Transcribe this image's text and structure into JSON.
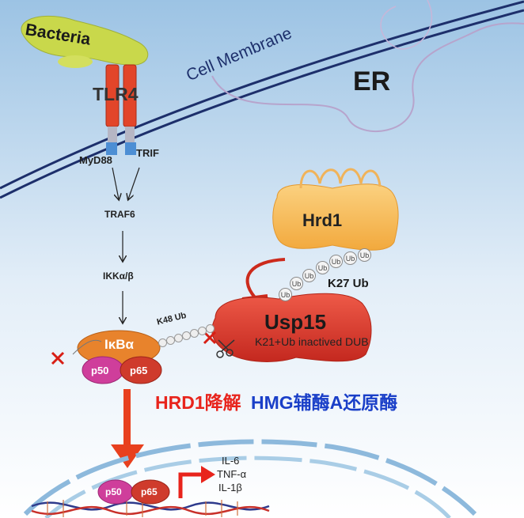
{
  "labels": {
    "bacteria": "Bacteria",
    "cell_membrane": "Cell Membrane",
    "tlr4": "TLR4",
    "er": "ER",
    "myd88": "MyD88",
    "trif": "TRIF",
    "traf6": "TRAF6",
    "ikk": "IKKα/β",
    "hrd1": "Hrd1",
    "ub": "Ub",
    "k27": "K27 Ub",
    "k48": "K48 Ub",
    "usp15": "Usp15",
    "usp15_note": "K21+Ub inactived DUB",
    "ikba": "IκBα",
    "p50": "p50",
    "p65": "p65",
    "cytokines": [
      "IL-6",
      "TNF-α",
      "IL-1β"
    ]
  },
  "caption": {
    "part1": "HRD1降解",
    "part2": "HMG辅酶A还原酶",
    "color1": "#e8241c",
    "color2": "#1a3fc8"
  },
  "colors": {
    "membrane": "#1d2f6b",
    "receptor": "#e2452a",
    "bacteria": "#c9d84b",
    "hrd1": "#f7b34d",
    "usp15": "#d93a2e",
    "inhibit": "#cc2a1c",
    "translocation": "#e8401e"
  }
}
